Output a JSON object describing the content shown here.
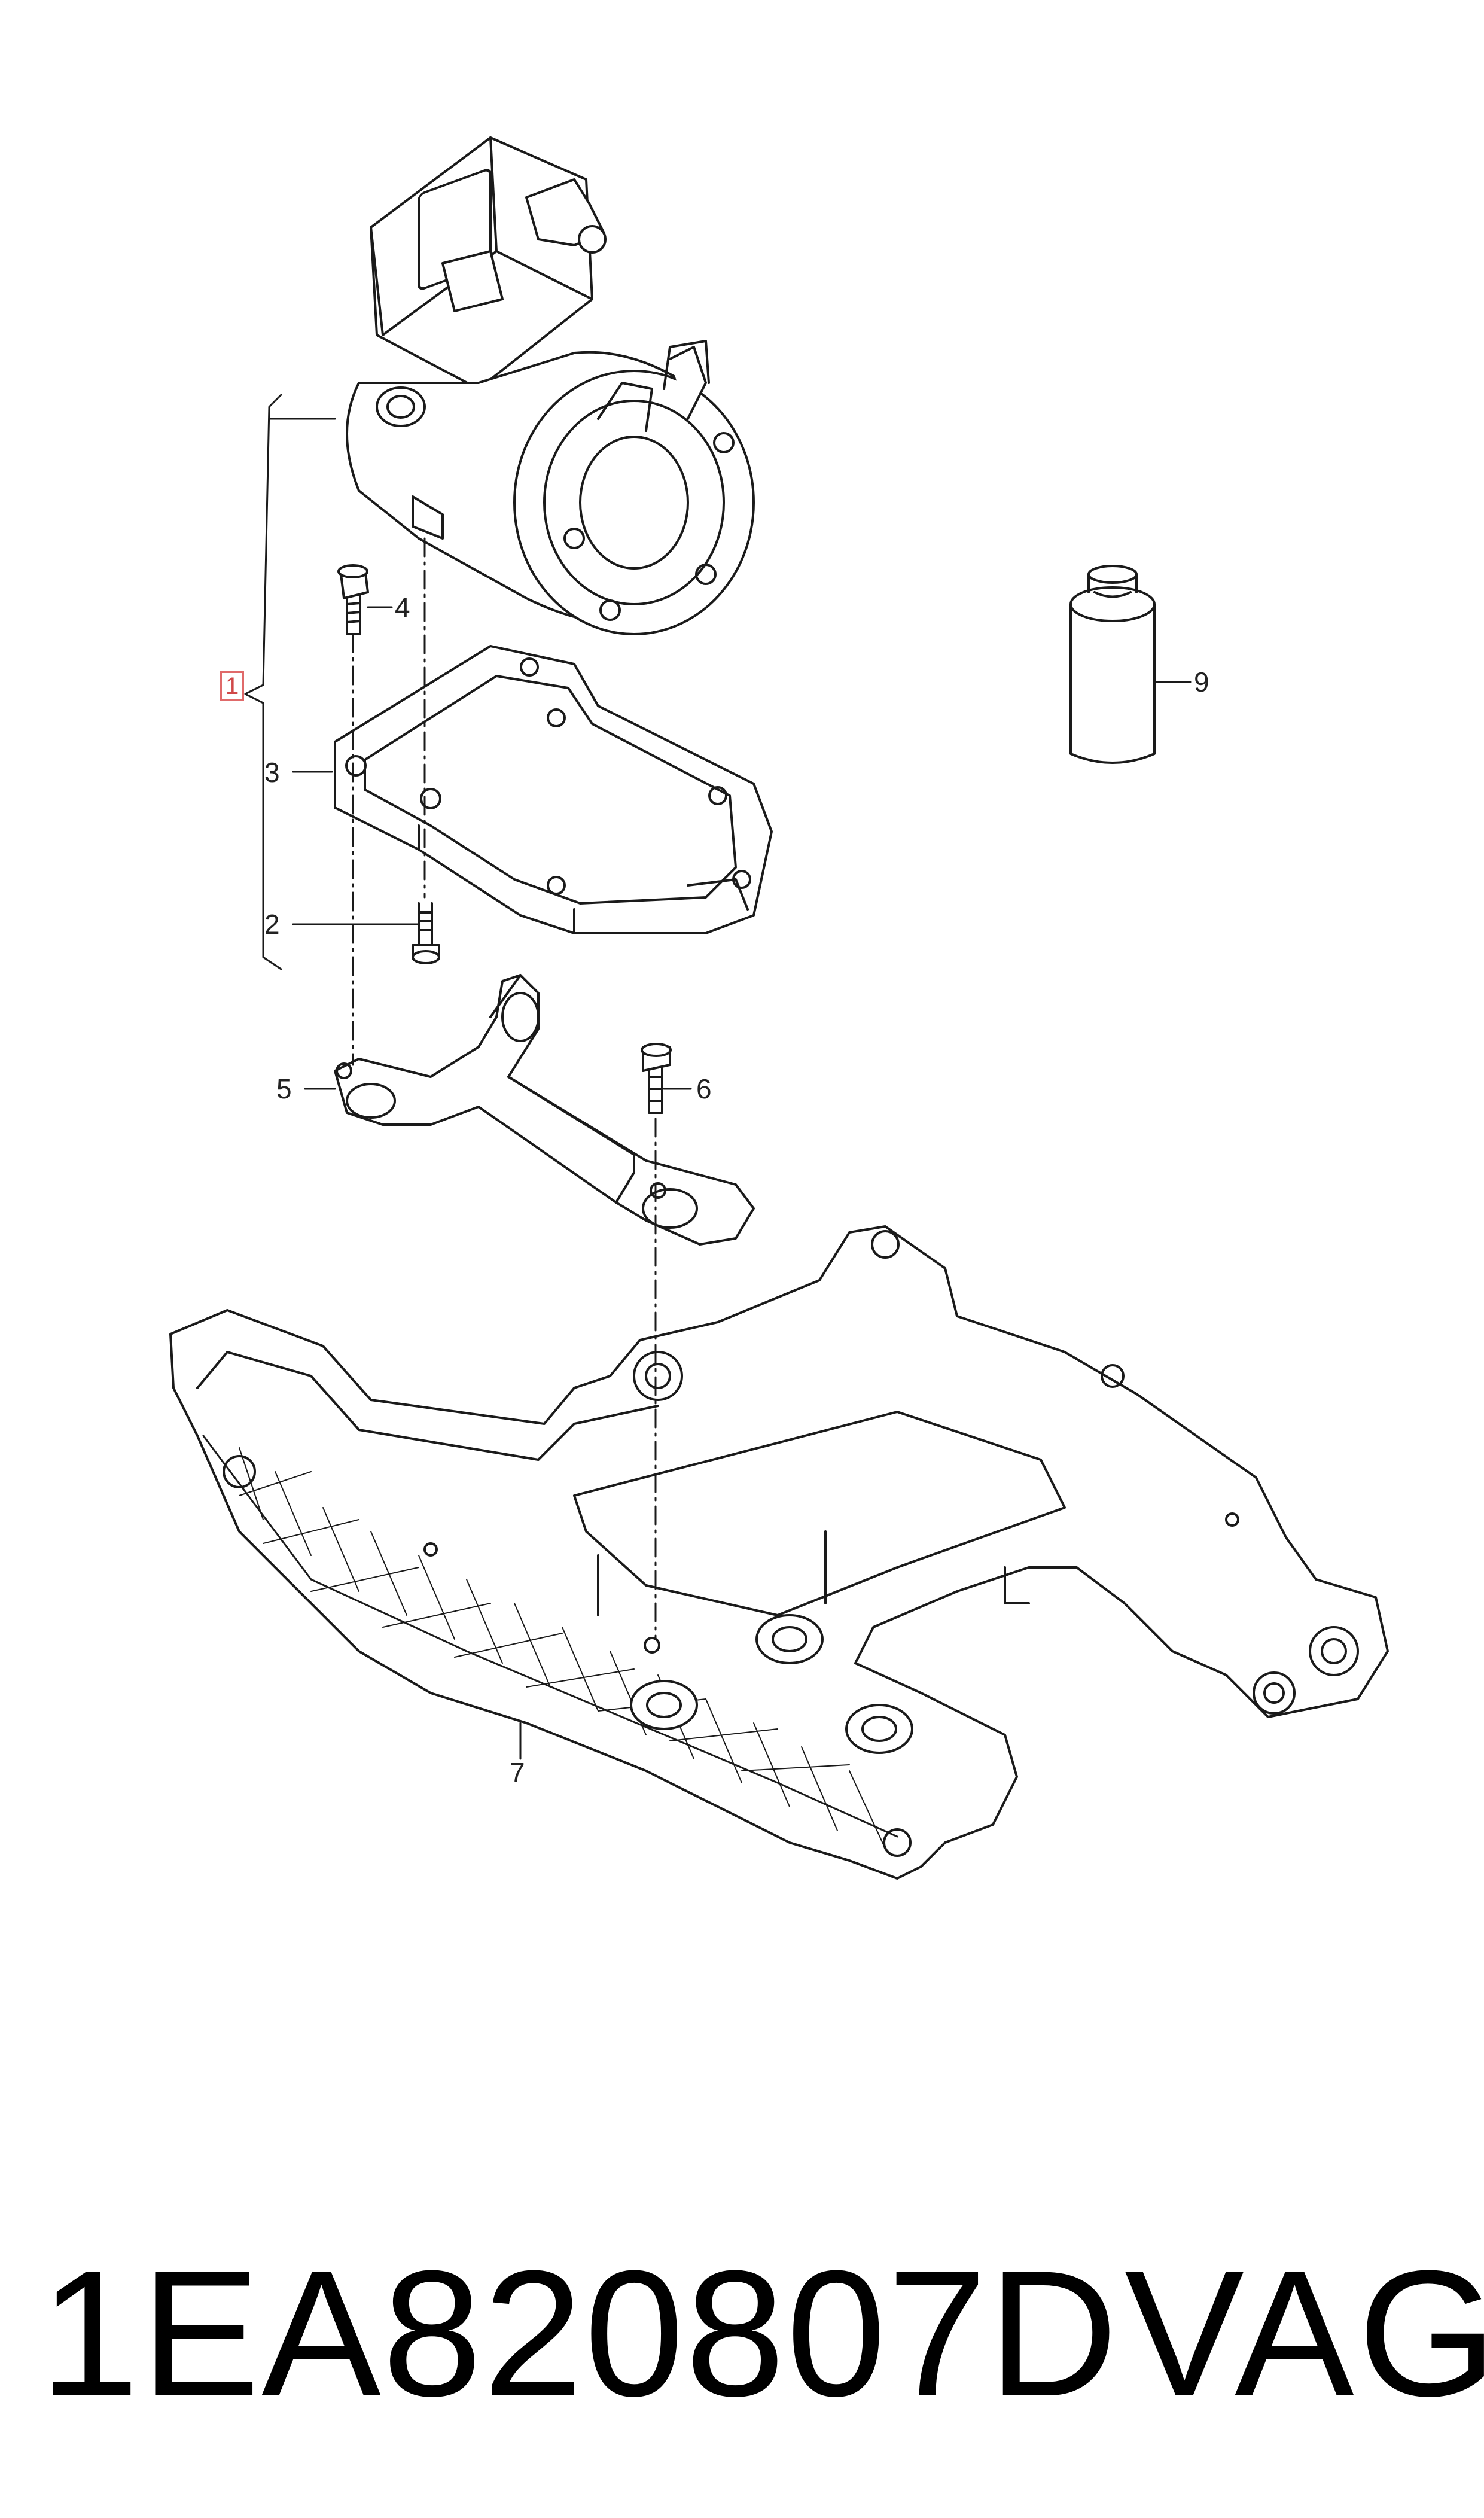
{
  "callouts": {
    "c1": "1",
    "c2": "2",
    "c3": "3",
    "c4": "4",
    "c5": "5",
    "c6": "6",
    "c7": "7",
    "c9": "9"
  },
  "footer": {
    "part_number": "1EA820807D",
    "brand": "VAG"
  },
  "colors": {
    "line": "#1a1a1a",
    "highlight": "#e06a6a",
    "background": "#ffffff"
  }
}
